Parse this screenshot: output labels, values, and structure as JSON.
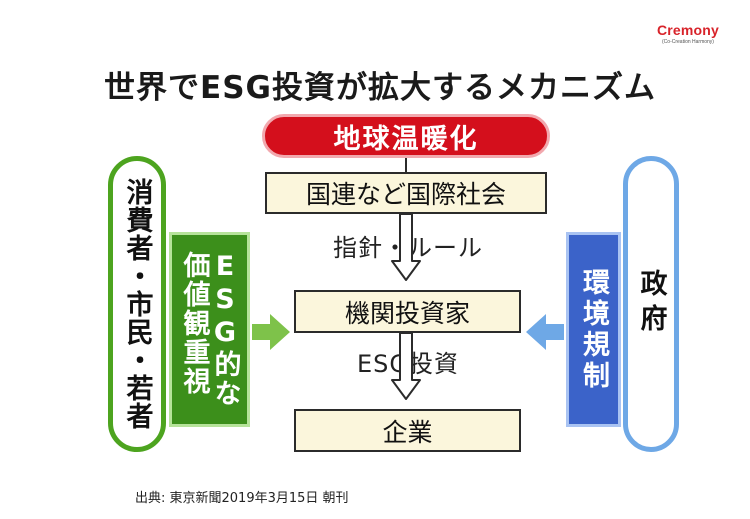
{
  "logo": {
    "name": "Cremony",
    "tagline": "(Co-Creation Harmony)"
  },
  "title": "世界でESG投資が拡大するメカニズム",
  "diagram": {
    "top_cause": "地球温暖化",
    "intl_society": "国連など国際社会",
    "label_guidelines": "指針・ルール",
    "institutional_investors": "機関投資家",
    "label_esg_investment": "ESG投資",
    "companies": "企業",
    "consumers": "消費者・市民・若者",
    "esg_values_col1": "ESG的な",
    "esg_values_col2": "価値観重視",
    "government": "政府",
    "env_regulation": "環境規制"
  },
  "colors": {
    "red": "#d40f1c",
    "green": "#3c8f1b",
    "green_light": "#7ec24a",
    "blue": "#3b63c9",
    "blue_light": "#6ea8e6",
    "cream": "#fbf6dc"
  },
  "source": "出典: 東京新聞2019年3月15日 朝刊"
}
